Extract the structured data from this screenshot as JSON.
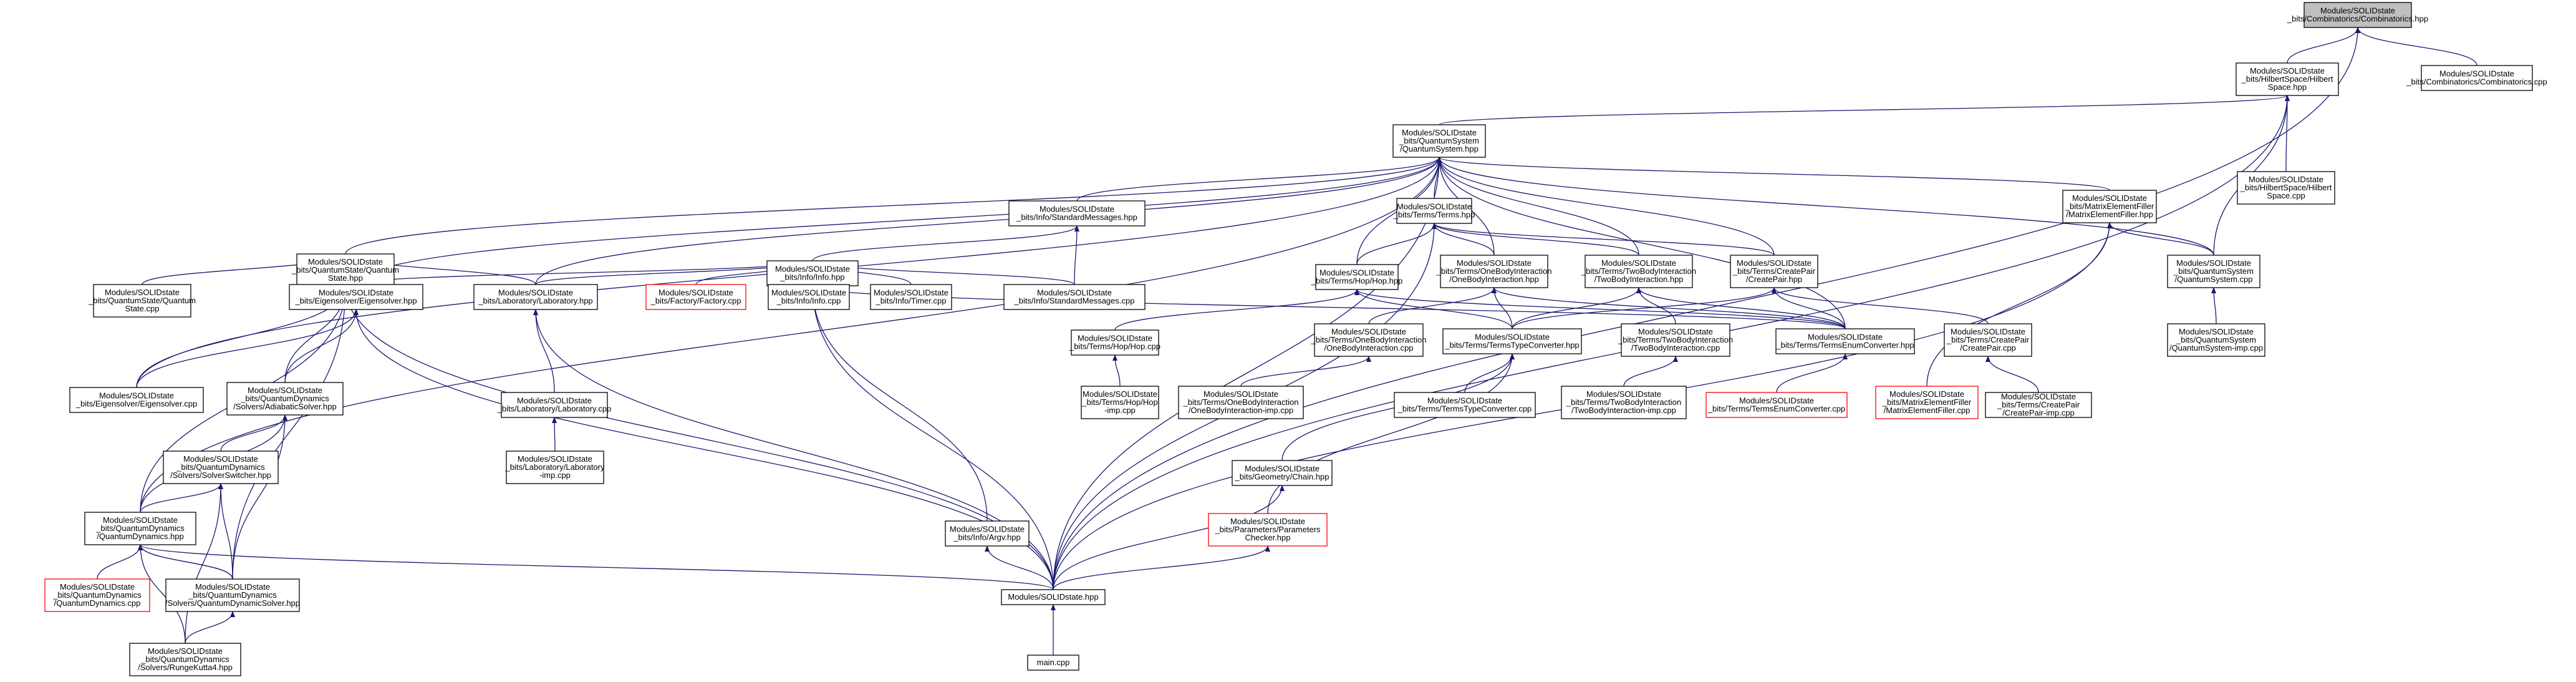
{
  "nodes": {
    "combinatorics_hpp": {
      "lines": [
        "Modules/SOLIDstate",
        "_bits/Combinatorics/Combinatorics.hpp"
      ],
      "style": "root"
    },
    "hilbertspace_hpp": {
      "lines": [
        "Modules/SOLIDstate",
        "_bits/HilbertSpace/Hilbert",
        "Space.hpp"
      ],
      "style": "normal"
    },
    "combinatorics_cpp": {
      "lines": [
        "Modules/SOLIDstate",
        "_bits/Combinatorics/Combinatorics.cpp"
      ],
      "style": "normal"
    },
    "quantumsystem_hpp": {
      "lines": [
        "Modules/SOLIDstate",
        "_bits/QuantumSystem",
        "/QuantumSystem.hpp"
      ],
      "style": "normal"
    },
    "hilbertspace_cpp": {
      "lines": [
        "Modules/SOLIDstate",
        "_bits/HilbertSpace/Hilbert",
        "Space.cpp"
      ],
      "style": "normal"
    },
    "standardmessages_hpp": {
      "lines": [
        "Modules/SOLIDstate",
        "_bits/Info/StandardMessages.hpp"
      ],
      "style": "normal"
    },
    "terms_hpp": {
      "lines": [
        "Modules/SOLIDstate",
        "_bits/Terms/Terms.hpp"
      ],
      "style": "normal"
    },
    "matrixelementfiller_hpp": {
      "lines": [
        "Modules/SOLIDstate",
        "_bits/MatrixElementFiller",
        "/MatrixElementFiller.hpp"
      ],
      "style": "normal"
    },
    "quantumstate_hpp": {
      "lines": [
        "Modules/SOLIDstate",
        "_bits/QuantumState/Quantum",
        "State.hpp"
      ],
      "style": "normal"
    },
    "info_hpp": {
      "lines": [
        "Modules/SOLIDstate",
        "_bits/Info/Info.hpp"
      ],
      "style": "normal"
    },
    "hop_hpp": {
      "lines": [
        "Modules/SOLIDstate",
        "_bits/Terms/Hop/Hop.hpp"
      ],
      "style": "normal"
    },
    "onebody_hpp": {
      "lines": [
        "Modules/SOLIDstate",
        "_bits/Terms/OneBodyInteraction",
        "/OneBodyInteraction.hpp"
      ],
      "style": "normal"
    },
    "twobody_hpp": {
      "lines": [
        "Modules/SOLIDstate",
        "_bits/Terms/TwoBodyInteraction",
        "/TwoBodyInteraction.hpp"
      ],
      "style": "normal"
    },
    "createpair_hpp": {
      "lines": [
        "Modules/SOLIDstate",
        "_bits/Terms/CreatePair",
        "/CreatePair.hpp"
      ],
      "style": "normal"
    },
    "quantumsystem_cpp": {
      "lines": [
        "Modules/SOLIDstate",
        "_bits/QuantumSystem",
        "/QuantumSystem.cpp"
      ],
      "style": "normal"
    },
    "quantumstate_cpp": {
      "lines": [
        "Modules/SOLIDstate",
        "_bits/QuantumState/Quantum",
        "State.cpp"
      ],
      "style": "normal"
    },
    "eigensolver_hpp": {
      "lines": [
        "Modules/SOLIDstate",
        "_bits/Eigensolver/Eigensolver.hpp"
      ],
      "style": "normal"
    },
    "laboratory_hpp": {
      "lines": [
        "Modules/SOLIDstate",
        "_bits/Laboratory/Laboratory.hpp"
      ],
      "style": "normal"
    },
    "factory_cpp": {
      "lines": [
        "Modules/SOLIDstate",
        "_bits/Factory/Factory.cpp"
      ],
      "style": "red"
    },
    "info_cpp": {
      "lines": [
        "Modules/SOLIDstate",
        "_bits/Info/Info.cpp"
      ],
      "style": "normal"
    },
    "timer_cpp": {
      "lines": [
        "Modules/SOLIDstate",
        "_bits/Info/Timer.cpp"
      ],
      "style": "normal"
    },
    "standardmessages_cpp": {
      "lines": [
        "Modules/SOLIDstate",
        "_bits/Info/StandardMessages.cpp"
      ],
      "style": "normal"
    },
    "onebody_cpp": {
      "lines": [
        "Modules/SOLIDstate",
        "_bits/Terms/OneBodyInteraction",
        "/OneBodyInteraction.cpp"
      ],
      "style": "normal"
    },
    "termstypeconverter_hpp": {
      "lines": [
        "Modules/SOLIDstate",
        "_bits/Terms/TermsTypeConverter.hpp"
      ],
      "style": "normal"
    },
    "twobody_cpp": {
      "lines": [
        "Modules/SOLIDstate",
        "_bits/Terms/TwoBodyInteraction",
        "/TwoBodyInteraction.cpp"
      ],
      "style": "normal"
    },
    "termsenumconverter_hpp": {
      "lines": [
        "Modules/SOLIDstate",
        "_bits/Terms/TermsEnumConverter.hpp"
      ],
      "style": "normal"
    },
    "createpair_cpp": {
      "lines": [
        "Modules/SOLIDstate",
        "_bits/Terms/CreatePair",
        "/CreatePair.cpp"
      ],
      "style": "normal"
    },
    "quantumsystem_imp_cpp": {
      "lines": [
        "Modules/SOLIDstate",
        "_bits/QuantumSystem",
        "/QuantumSystem-imp.cpp"
      ],
      "style": "normal"
    },
    "eigensolver_cpp": {
      "lines": [
        "Modules/SOLIDstate",
        "_bits/Eigensolver/Eigensolver.cpp"
      ],
      "style": "normal"
    },
    "adiabaticsolver_hpp": {
      "lines": [
        "Modules/SOLIDstate",
        "_bits/QuantumDynamics",
        "/Solvers/AdiabaticSolver.hpp"
      ],
      "style": "normal"
    },
    "laboratory_cpp": {
      "lines": [
        "Modules/SOLIDstate",
        "_bits/Laboratory/Laboratory.cpp"
      ],
      "style": "normal"
    },
    "hop_cpp": {
      "lines": [
        "Modules/SOLIDstate",
        "_bits/Terms/Hop/Hop.cpp"
      ],
      "style": "normal"
    },
    "onebody_imp_cpp": {
      "lines": [
        "Modules/SOLIDstate",
        "_bits/Terms/OneBodyInteraction",
        "/OneBodyInteraction-imp.cpp"
      ],
      "style": "normal"
    },
    "termstypeconverter_cpp": {
      "lines": [
        "Modules/SOLIDstate",
        "_bits/Terms/TermsTypeConverter.cpp"
      ],
      "style": "normal"
    },
    "twobody_imp_cpp": {
      "lines": [
        "Modules/SOLIDstate",
        "_bits/Terms/TwoBodyInteraction",
        "/TwoBodyInteraction-imp.cpp"
      ],
      "style": "normal"
    },
    "termsenumconverter_cpp": {
      "lines": [
        "Modules/SOLIDstate",
        "_bits/Terms/TermsEnumConverter.cpp"
      ],
      "style": "red"
    },
    "matrixelementfiller_cpp": {
      "lines": [
        "Modules/SOLIDstate",
        "_bits/MatrixElementFiller",
        "/MatrixElementFiller.cpp"
      ],
      "style": "red"
    },
    "createpair_imp_cpp": {
      "lines": [
        "Modules/SOLIDstate",
        "_bits/Terms/CreatePair",
        "/CreatePair-imp.cpp"
      ],
      "style": "normal"
    },
    "solverswitcher_hpp": {
      "lines": [
        "Modules/SOLIDstate",
        "_bits/QuantumDynamics",
        "/Solvers/SolverSwitcher.hpp"
      ],
      "style": "normal"
    },
    "laboratory_imp_cpp": {
      "lines": [
        "Modules/SOLIDstate",
        "_bits/Laboratory/Laboratory",
        "-imp.cpp"
      ],
      "style": "normal"
    },
    "hop_imp_cpp": {
      "lines": [
        "Modules/SOLIDstate",
        "_bits/Terms/Hop/Hop",
        "-imp.cpp"
      ],
      "style": "normal"
    },
    "chain_hpp": {
      "lines": [
        "Modules/SOLIDstate",
        "_bits/Geometry/Chain.hpp"
      ],
      "style": "normal"
    },
    "quantumdynamics_hpp": {
      "lines": [
        "Modules/SOLIDstate",
        "_bits/QuantumDynamics",
        "/QuantumDynamics.hpp"
      ],
      "style": "normal"
    },
    "argv_hpp": {
      "lines": [
        "Modules/SOLIDstate",
        "_bits/Info/Argv.hpp"
      ],
      "style": "normal"
    },
    "parameterschecker_hpp": {
      "lines": [
        "Modules/SOLIDstate",
        "_bits/Parameters/Parameters",
        "Checker.hpp"
      ],
      "style": "red"
    },
    "quantumdynamics_cpp": {
      "lines": [
        "Modules/SOLIDstate",
        "_bits/QuantumDynamics",
        "/QuantumDynamics.cpp"
      ],
      "style": "red"
    },
    "quantumdynamicsolver_hpp": {
      "lines": [
        "Modules/SOLIDstate",
        "_bits/QuantumDynamics",
        "/Solvers/QuantumDynamicSolver.hpp"
      ],
      "style": "normal"
    },
    "solidstate_hpp": {
      "lines": [
        "Modules/SOLIDstate.hpp"
      ],
      "style": "normal"
    },
    "rungekutta4_hpp": {
      "lines": [
        "Modules/SOLIDstate",
        "_bits/QuantumDynamics",
        "/Solvers/RungeKutta4.hpp"
      ],
      "style": "normal"
    },
    "main_cpp": {
      "lines": [
        "main.cpp"
      ],
      "style": "normal"
    }
  },
  "edges": [
    [
      "combinatorics_hpp",
      "hilbertspace_hpp"
    ],
    [
      "combinatorics_hpp",
      "combinatorics_cpp"
    ],
    [
      "combinatorics_hpp",
      "solidstate_hpp"
    ],
    [
      "hilbertspace_hpp",
      "quantumsystem_hpp"
    ],
    [
      "hilbertspace_hpp",
      "hilbertspace_cpp"
    ],
    [
      "hilbertspace_hpp",
      "quantumsystem_cpp"
    ],
    [
      "hilbertspace_hpp",
      "solidstate_hpp"
    ],
    [
      "quantumsystem_hpp",
      "standardmessages_hpp"
    ],
    [
      "quantumsystem_hpp",
      "terms_hpp"
    ],
    [
      "quantumsystem_hpp",
      "matrixelementfiller_hpp"
    ],
    [
      "quantumsystem_hpp",
      "quantumstate_hpp"
    ],
    [
      "quantumsystem_hpp",
      "hop_hpp"
    ],
    [
      "quantumsystem_hpp",
      "onebody_hpp"
    ],
    [
      "quantumsystem_hpp",
      "twobody_hpp"
    ],
    [
      "quantumsystem_hpp",
      "createpair_hpp"
    ],
    [
      "quantumsystem_hpp",
      "quantumsystem_cpp"
    ],
    [
      "quantumsystem_hpp",
      "eigensolver_hpp"
    ],
    [
      "quantumsystem_hpp",
      "laboratory_hpp"
    ],
    [
      "quantumsystem_hpp",
      "termsenumconverter_hpp"
    ],
    [
      "quantumsystem_hpp",
      "quantumdynamics_hpp"
    ],
    [
      "quantumsystem_hpp",
      "eigensolver_cpp"
    ],
    [
      "quantumsystem_hpp",
      "solidstate_hpp"
    ],
    [
      "standardmessages_hpp",
      "info_hpp"
    ],
    [
      "standardmessages_hpp",
      "standardmessages_cpp"
    ],
    [
      "terms_hpp",
      "hop_hpp"
    ],
    [
      "terms_hpp",
      "onebody_hpp"
    ],
    [
      "terms_hpp",
      "twobody_hpp"
    ],
    [
      "terms_hpp",
      "createpair_hpp"
    ],
    [
      "terms_hpp",
      "solidstate_hpp"
    ],
    [
      "matrixelementfiller_hpp",
      "quantumsystem_cpp"
    ],
    [
      "matrixelementfiller_hpp",
      "matrixelementfiller_cpp"
    ],
    [
      "matrixelementfiller_hpp",
      "solidstate_hpp"
    ],
    [
      "quantumstate_hpp",
      "quantumstate_cpp"
    ],
    [
      "quantumstate_hpp",
      "eigensolver_hpp"
    ],
    [
      "quantumstate_hpp",
      "laboratory_hpp"
    ],
    [
      "quantumstate_hpp",
      "eigensolver_cpp"
    ],
    [
      "quantumstate_hpp",
      "adiabaticsolver_hpp"
    ],
    [
      "quantumstate_hpp",
      "quantumdynamics_hpp"
    ],
    [
      "quantumstate_hpp",
      "quantumdynamicsolver_hpp"
    ],
    [
      "quantumstate_hpp",
      "solidstate_hpp"
    ],
    [
      "info_hpp",
      "eigensolver_hpp"
    ],
    [
      "info_hpp",
      "laboratory_hpp"
    ],
    [
      "info_hpp",
      "factory_cpp"
    ],
    [
      "info_hpp",
      "info_cpp"
    ],
    [
      "info_hpp",
      "timer_cpp"
    ],
    [
      "info_hpp",
      "standardmessages_cpp"
    ],
    [
      "info_hpp",
      "argv_hpp"
    ],
    [
      "info_hpp",
      "termsenumconverter_hpp"
    ],
    [
      "info_hpp",
      "solidstate_hpp"
    ],
    [
      "hop_hpp",
      "hop_cpp"
    ],
    [
      "hop_hpp",
      "termstypeconverter_hpp"
    ],
    [
      "hop_hpp",
      "termsenumconverter_hpp"
    ],
    [
      "onebody_hpp",
      "onebody_cpp"
    ],
    [
      "onebody_hpp",
      "termstypeconverter_hpp"
    ],
    [
      "onebody_hpp",
      "termsenumconverter_hpp"
    ],
    [
      "twobody_hpp",
      "twobody_cpp"
    ],
    [
      "twobody_hpp",
      "termstypeconverter_hpp"
    ],
    [
      "twobody_hpp",
      "termsenumconverter_hpp"
    ],
    [
      "createpair_hpp",
      "createpair_cpp"
    ],
    [
      "createpair_hpp",
      "termstypeconverter_hpp"
    ],
    [
      "createpair_hpp",
      "termsenumconverter_hpp"
    ],
    [
      "quantumsystem_cpp",
      "quantumsystem_imp_cpp"
    ],
    [
      "eigensolver_hpp",
      "eigensolver_cpp"
    ],
    [
      "eigensolver_hpp",
      "adiabaticsolver_hpp"
    ],
    [
      "eigensolver_hpp",
      "solidstate_hpp"
    ],
    [
      "laboratory_hpp",
      "laboratory_cpp"
    ],
    [
      "laboratory_hpp",
      "solidstate_hpp"
    ],
    [
      "laboratory_cpp",
      "laboratory_imp_cpp"
    ],
    [
      "hop_cpp",
      "hop_imp_cpp"
    ],
    [
      "onebody_cpp",
      "onebody_imp_cpp"
    ],
    [
      "twobody_cpp",
      "twobody_imp_cpp"
    ],
    [
      "termstypeconverter_hpp",
      "termstypeconverter_cpp"
    ],
    [
      "termstypeconverter_hpp",
      "chain_hpp"
    ],
    [
      "termstypeconverter_hpp",
      "parameterschecker_hpp"
    ],
    [
      "termsenumconverter_hpp",
      "termsenumconverter_cpp"
    ],
    [
      "createpair_cpp",
      "createpair_imp_cpp"
    ],
    [
      "adiabaticsolver_hpp",
      "solverswitcher_hpp"
    ],
    [
      "adiabaticsolver_hpp",
      "quantumdynamicsolver_hpp"
    ],
    [
      "adiabaticsolver_hpp",
      "quantumdynamics_hpp"
    ],
    [
      "solverswitcher_hpp",
      "quantumdynamics_hpp"
    ],
    [
      "solverswitcher_hpp",
      "quantumdynamicsolver_hpp"
    ],
    [
      "solverswitcher_hpp",
      "rungekutta4_hpp"
    ],
    [
      "chain_hpp",
      "solidstate_hpp"
    ],
    [
      "argv_hpp",
      "solidstate_hpp"
    ],
    [
      "parameterschecker_hpp",
      "solidstate_hpp"
    ],
    [
      "quantumdynamics_hpp",
      "quantumdynamics_cpp"
    ],
    [
      "quantumdynamics_hpp",
      "quantumdynamicsolver_hpp"
    ],
    [
      "quantumdynamics_hpp",
      "solidstate_hpp"
    ],
    [
      "quantumdynamicsolver_hpp",
      "quantumdynamics_hpp"
    ],
    [
      "quantumdynamicsolver_hpp",
      "rungekutta4_hpp"
    ],
    [
      "quantumdynamics_hpp",
      "rungekutta4_hpp"
    ],
    [
      "solidstate_hpp",
      "main_cpp"
    ]
  ],
  "colors": {
    "edge": "#191970",
    "root_fill": "#bfbfbf",
    "node_border": "#000000",
    "missing_border": "#ff0000",
    "background": "#ffffff"
  }
}
